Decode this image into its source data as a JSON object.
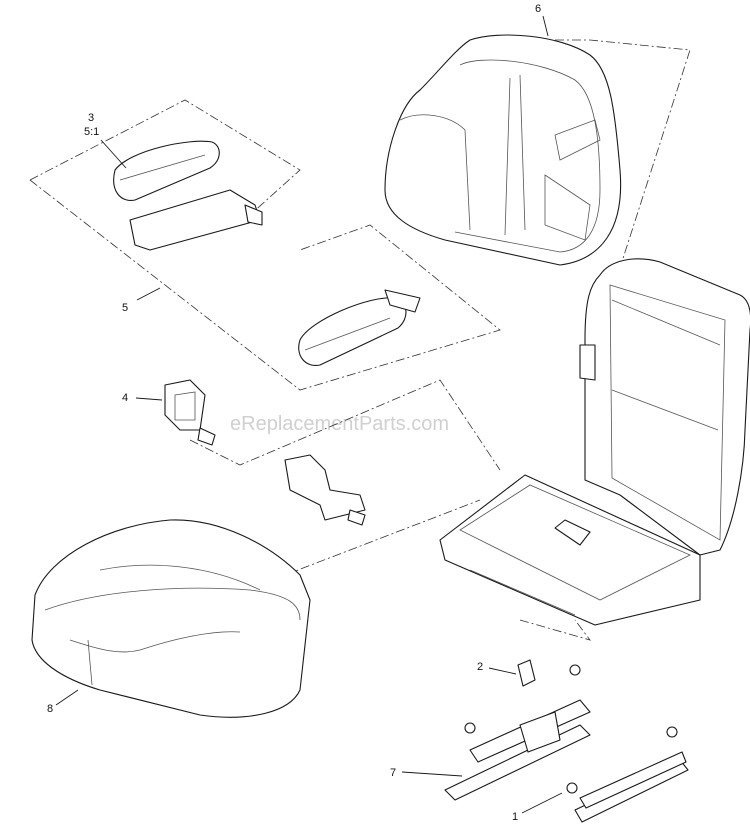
{
  "watermark": "eReplacementParts.com",
  "callouts": {
    "seat_back_cushion": "6",
    "armrest_kit": "3",
    "armrest_kit_qty": "5:1",
    "armrest_assembly_group": "5",
    "seat_belt_switch": "4",
    "seat_bottom_cushion": "8",
    "seat_stop": "2",
    "seat_slide_left": "7",
    "seat_slide_right": "1"
  }
}
